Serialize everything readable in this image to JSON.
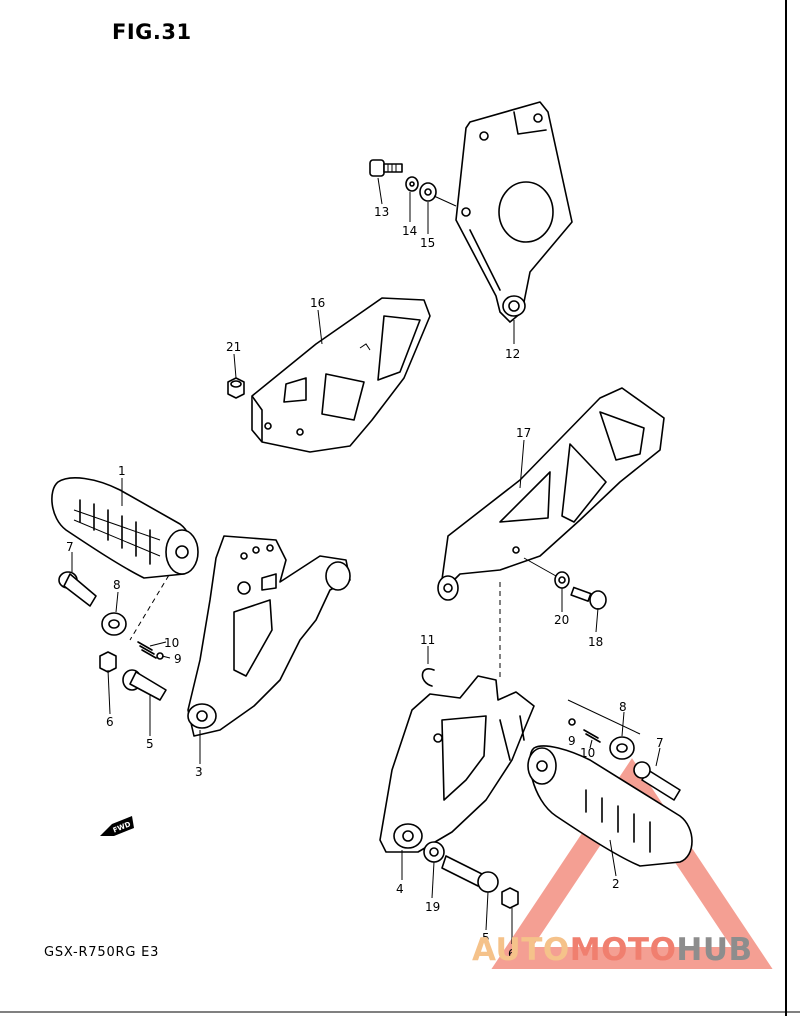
{
  "figure": {
    "title": "FIG.31",
    "model_code": "GSX-R750RG  E3"
  },
  "arrow": {
    "label": "FWD"
  },
  "watermark": {
    "part1": "AUTO",
    "part2": "MOTO",
    "part3": "HUB",
    "colors": [
      "#f5c28a",
      "#f07f6f",
      "#8d8d8d"
    ]
  },
  "callouts": {
    "c1": "1",
    "c2": "2",
    "c3": "3",
    "c4": "4",
    "c5a": "5",
    "c5b": "5",
    "c6a": "6",
    "c6b": "6",
    "c7a": "7",
    "c7b": "7",
    "c8a": "8",
    "c8b": "8",
    "c9a": "9",
    "c9b": "9",
    "c10a": "10",
    "c10b": "10",
    "c11": "11",
    "c12": "12",
    "c13": "13",
    "c14": "14",
    "c15": "15",
    "c16": "16",
    "c17": "17",
    "c18": "18",
    "c19": "19",
    "c20": "20",
    "c21": "21"
  }
}
